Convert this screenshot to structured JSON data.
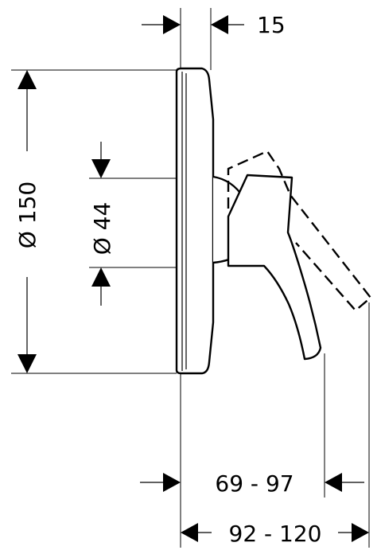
{
  "dimensions": {
    "plate_offset": "15",
    "plate_diameter": "Ø 150",
    "cartridge_diameter": "Ø 44",
    "lever_reach": "69 - 97",
    "lever_reach_open": "92 - 120"
  },
  "colors": {
    "line": "#000000",
    "background": "#ffffff"
  }
}
